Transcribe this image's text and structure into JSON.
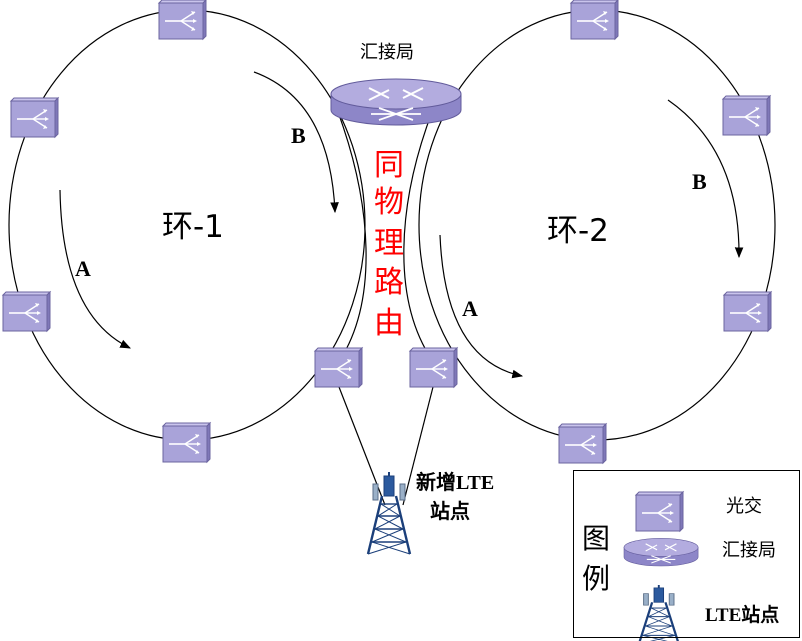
{
  "hub_label": "汇接局",
  "ring1_label": "环-1",
  "ring2_label": "环-2",
  "path_A_label": "A",
  "path_B_label": "B",
  "same_route_chars": [
    "同",
    "物",
    "理",
    "路",
    "由"
  ],
  "site_label_line1": "新增LTE",
  "site_label_line2": "站点",
  "legend": {
    "title_chars": [
      "图",
      "例"
    ],
    "switch_label": "光交",
    "hub_label": "汇接局",
    "site_label": "LTE站点"
  },
  "colors": {
    "device_fill": "#a9a3d9",
    "device_side": "#7f78b8",
    "device_top": "#c9c4ec",
    "hub_fill": "#8d86c8",
    "hub_top": "#b3acdf",
    "route_text": "#ff0000",
    "tower": "#1b3f7a"
  }
}
